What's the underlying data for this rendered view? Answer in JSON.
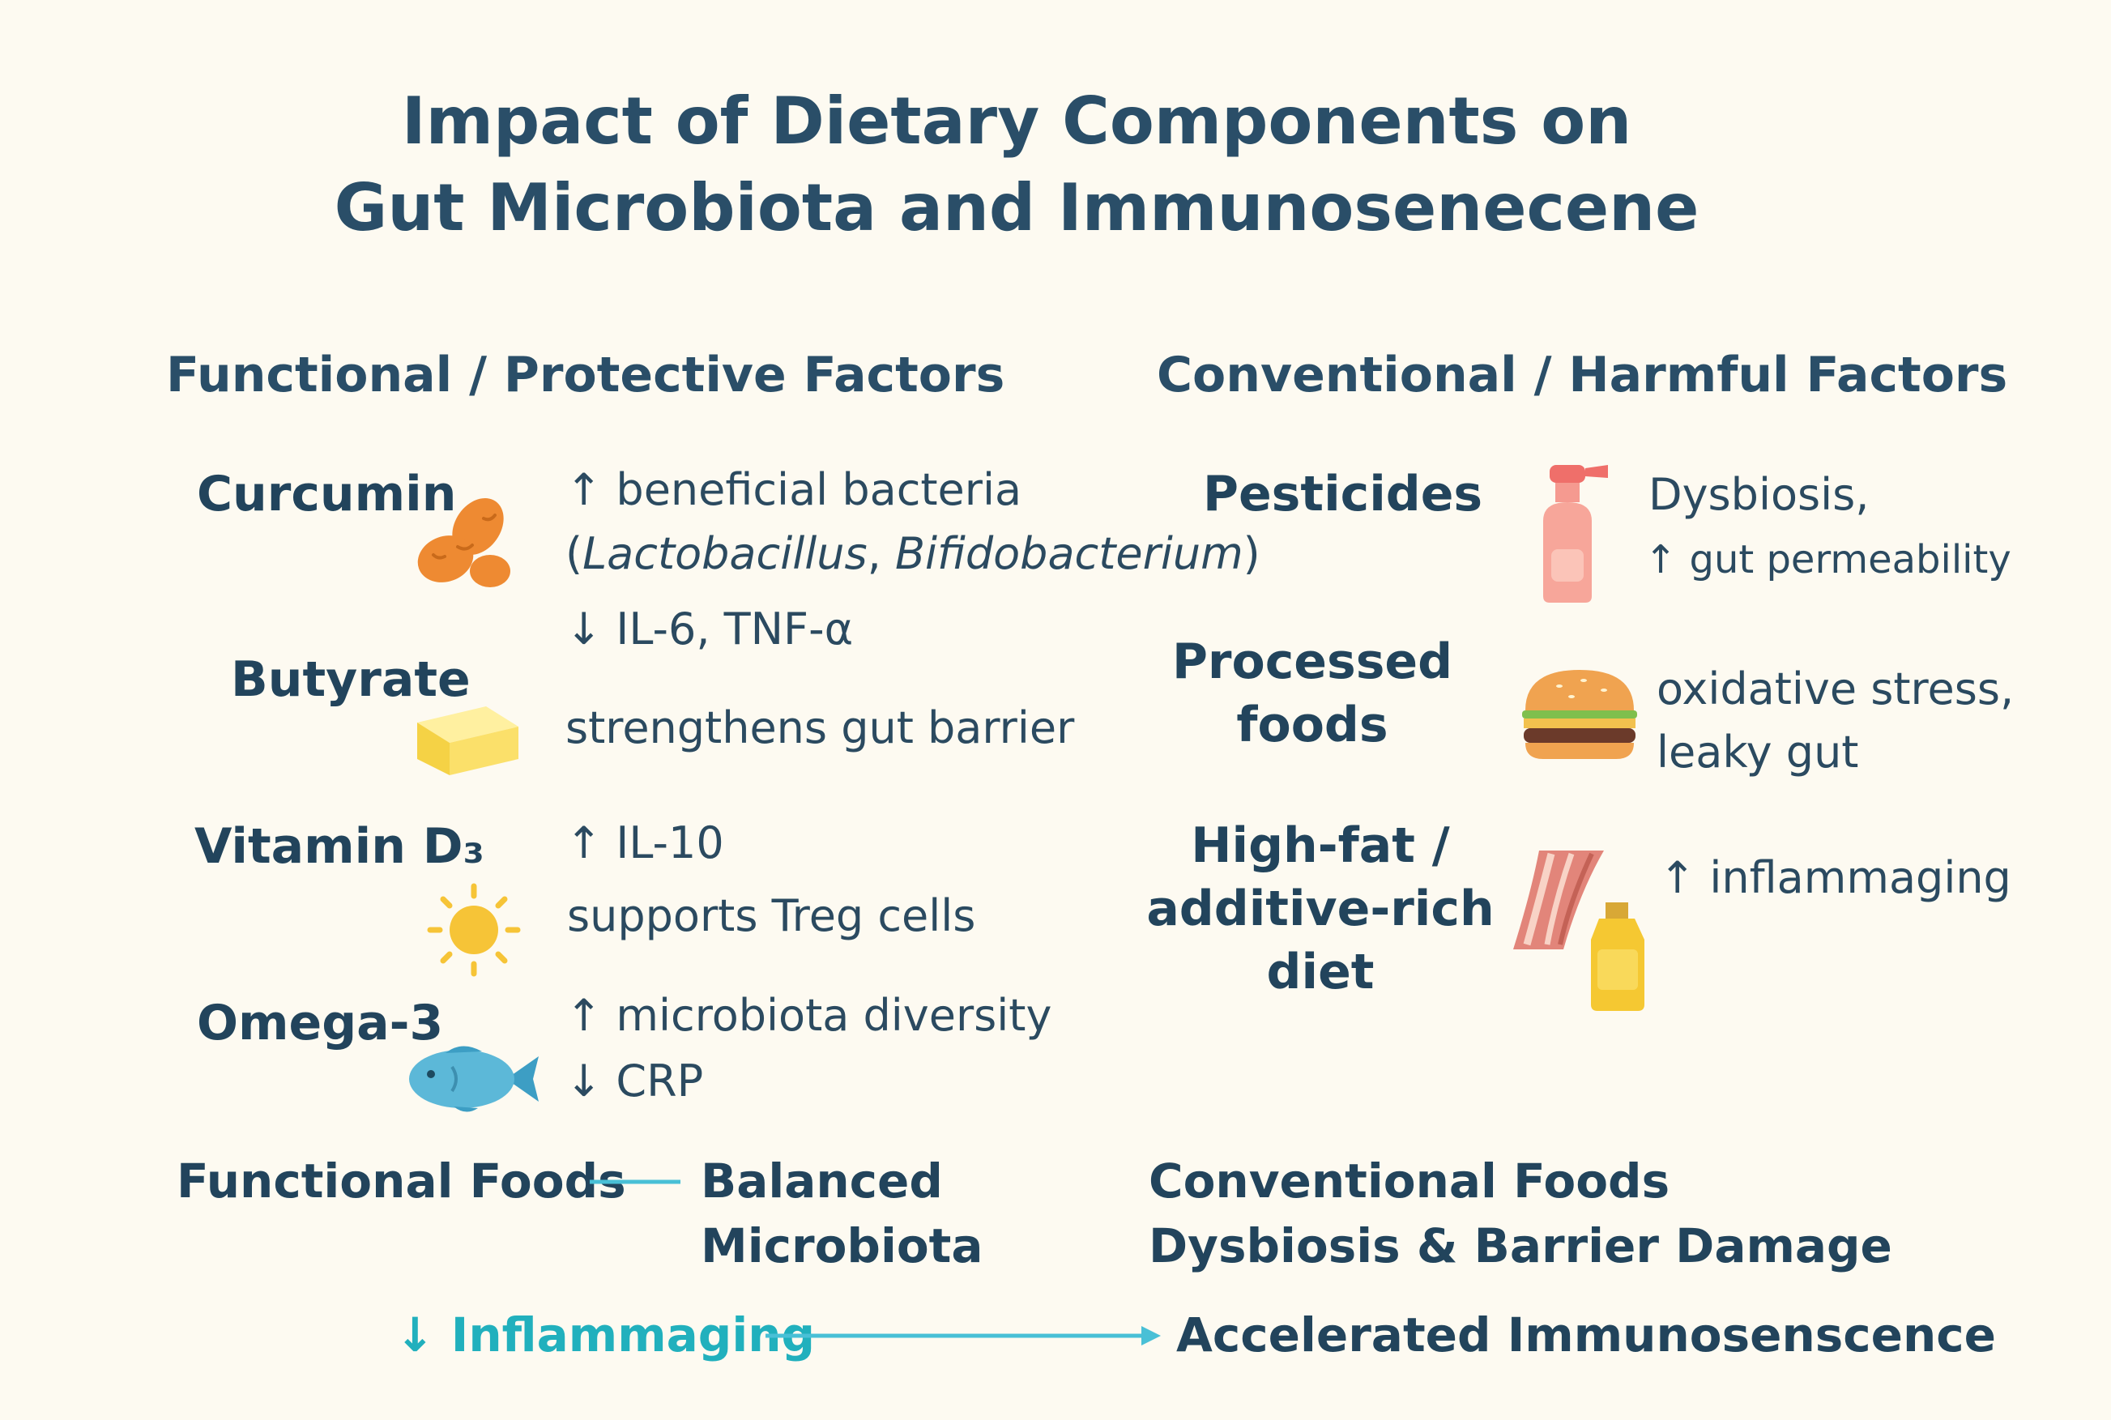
{
  "title": {
    "line1": "Impact of Dietary Components on",
    "line2": "Gut Microbiota and Immunosenecene"
  },
  "sections": {
    "protective_title": "Functional / Protective Factors",
    "harmful_title": "Conventional / Harmful Factors"
  },
  "protective": {
    "curcumin": {
      "name": "Curcumin",
      "icon": "turmeric-root-icon",
      "effect1": "↑ beneficial bacteria",
      "effect2_prefix": "(",
      "effect2_genus1": "Lactobacillus",
      "effect2_sep": ", ",
      "effect2_genus2": "Bifidobacterium",
      "effect2_suffix": ")",
      "effect3": "↓ IL-6, TNF-α"
    },
    "butyrate": {
      "name": "Butyrate",
      "icon": "butter-block-icon",
      "effect1": "strengthens gut barrier"
    },
    "vitamin_d3": {
      "name": "Vitamin D₃",
      "icon": "sun-icon",
      "effect1": "↑ IL-10",
      "effect2": "supports Treg cells"
    },
    "omega3": {
      "name": "Omega-3",
      "icon": "fish-icon",
      "effect1": "↑ microbiota diversity",
      "effect2": "↓ CRP"
    }
  },
  "harmful": {
    "pesticides": {
      "name": "Pesticides",
      "icon": "spray-bottle-icon",
      "effect1": "Dysbiosis,",
      "effect2": "↑ gut permeability"
    },
    "processed": {
      "name_line1": "Processed",
      "name_line2": "foods",
      "icon": "burger-icon",
      "effect1": "oxidative stress,",
      "effect2": "leaky gut"
    },
    "high_fat": {
      "name_line1": "High-fat /",
      "name_line2": "additive-rich",
      "name_line3": "diet",
      "icon": "bacon-oil-icon",
      "effect1": "↑ inflammaging"
    }
  },
  "summary": {
    "functional_foods": "Functional Foods",
    "balanced_line1": "Balanced",
    "balanced_line2": "Microbiota",
    "conventional_foods": "Conventional Foods",
    "dysbiosis": "Dysbiosis & Barrier Damage",
    "inflammaging": "↓ Inflammaging",
    "accelerated": "Accelerated Immunosenscence"
  },
  "colors": {
    "background": "#fdfaf1",
    "text": "#22445c",
    "accent_teal": "#21b0bd",
    "arrow": "#49c0d6"
  }
}
